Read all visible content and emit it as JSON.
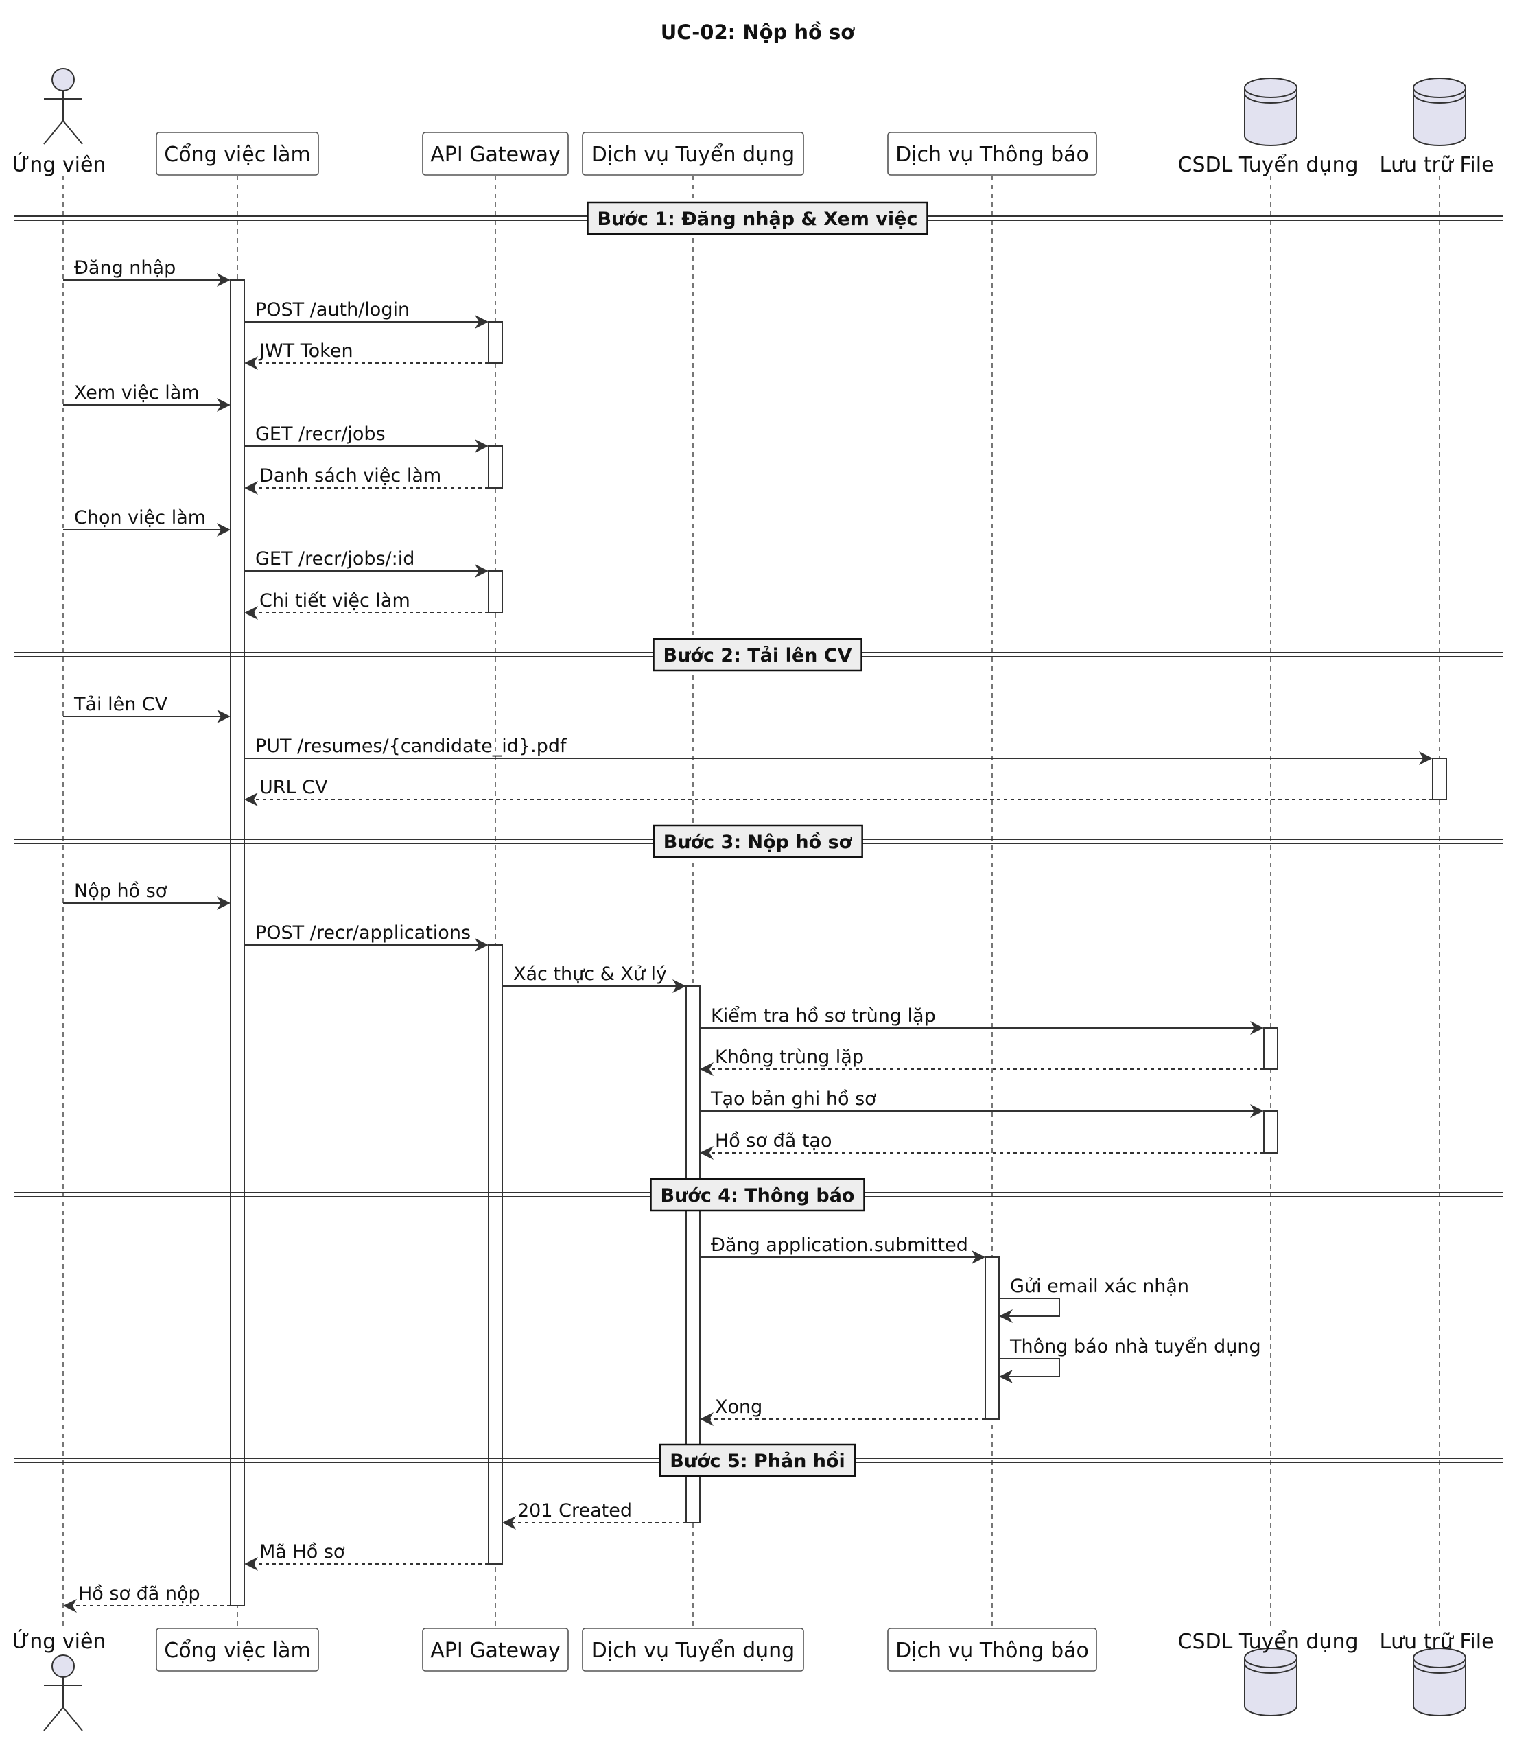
{
  "title": "UC-02: Nộp hồ sơ",
  "colors": {
    "line": "#333333",
    "participant_fill": "#ffffff",
    "actor_fill": "#e2e2f0",
    "divider_fill": "#eeeeee",
    "activation_fill": "#ffffff"
  },
  "participants": [
    {
      "id": "candidate",
      "label": "Ứng viên",
      "kind": "actor"
    },
    {
      "id": "portal",
      "label": "Cổng việc làm",
      "kind": "participant"
    },
    {
      "id": "gateway",
      "label": "API Gateway",
      "kind": "participant"
    },
    {
      "id": "recruit",
      "label": "Dịch vụ Tuyển dụng",
      "kind": "participant"
    },
    {
      "id": "notify",
      "label": "Dịch vụ Thông báo",
      "kind": "participant"
    },
    {
      "id": "db",
      "label": "CSDL Tuyển dụng",
      "kind": "database"
    },
    {
      "id": "storage",
      "label": "Lưu trữ File",
      "kind": "database"
    }
  ],
  "dividers": [
    {
      "label": "Bước 1: Đăng nhập & Xem việc"
    },
    {
      "label": "Bước 2: Tải lên CV"
    },
    {
      "label": "Bước 3: Nộp hồ sơ"
    },
    {
      "label": "Bước 4: Thông báo"
    },
    {
      "label": "Bước 5: Phản hồi"
    }
  ],
  "messages": [
    {
      "from": "candidate",
      "to": "portal",
      "label": "Đăng nhập",
      "style": "solid"
    },
    {
      "from": "portal",
      "to": "gateway",
      "label": "POST /auth/login",
      "style": "solid"
    },
    {
      "from": "gateway",
      "to": "portal",
      "label": "JWT Token",
      "style": "dashed"
    },
    {
      "from": "candidate",
      "to": "portal",
      "label": "Xem việc làm",
      "style": "solid"
    },
    {
      "from": "portal",
      "to": "gateway",
      "label": "GET /recr/jobs",
      "style": "solid"
    },
    {
      "from": "gateway",
      "to": "portal",
      "label": "Danh sách việc làm",
      "style": "dashed"
    },
    {
      "from": "candidate",
      "to": "portal",
      "label": "Chọn việc làm",
      "style": "solid"
    },
    {
      "from": "portal",
      "to": "gateway",
      "label": "GET /recr/jobs/:id",
      "style": "solid"
    },
    {
      "from": "gateway",
      "to": "portal",
      "label": "Chi tiết việc làm",
      "style": "dashed"
    },
    {
      "from": "candidate",
      "to": "portal",
      "label": "Tải lên CV",
      "style": "solid"
    },
    {
      "from": "portal",
      "to": "storage",
      "label": "PUT /resumes/{candidate_id}.pdf",
      "style": "solid"
    },
    {
      "from": "storage",
      "to": "portal",
      "label": "URL CV",
      "style": "dashed"
    },
    {
      "from": "candidate",
      "to": "portal",
      "label": "Nộp hồ sơ",
      "style": "solid"
    },
    {
      "from": "portal",
      "to": "gateway",
      "label": "POST /recr/applications",
      "style": "solid"
    },
    {
      "from": "gateway",
      "to": "recruit",
      "label": "Xác thực & Xử lý",
      "style": "solid"
    },
    {
      "from": "recruit",
      "to": "db",
      "label": "Kiểm tra hồ sơ trùng lặp",
      "style": "solid"
    },
    {
      "from": "db",
      "to": "recruit",
      "label": "Không trùng lặp",
      "style": "dashed"
    },
    {
      "from": "recruit",
      "to": "db",
      "label": "Tạo bản ghi hồ sơ",
      "style": "solid"
    },
    {
      "from": "db",
      "to": "recruit",
      "label": "Hồ sơ đã tạo",
      "style": "dashed"
    },
    {
      "from": "recruit",
      "to": "notify",
      "label": "Đăng application.submitted",
      "style": "solid"
    },
    {
      "from": "notify",
      "to": "notify",
      "label": "Gửi email xác nhận",
      "style": "solid"
    },
    {
      "from": "notify",
      "to": "notify",
      "label": "Thông báo nhà tuyển dụng",
      "style": "solid"
    },
    {
      "from": "notify",
      "to": "recruit",
      "label": "Xong",
      "style": "dashed"
    },
    {
      "from": "recruit",
      "to": "gateway",
      "label": "201 Created",
      "style": "dashed"
    },
    {
      "from": "gateway",
      "to": "portal",
      "label": "Mã Hồ sơ",
      "style": "dashed"
    },
    {
      "from": "portal",
      "to": "candidate",
      "label": "Hồ sơ đã nộp",
      "style": "dashed"
    }
  ]
}
